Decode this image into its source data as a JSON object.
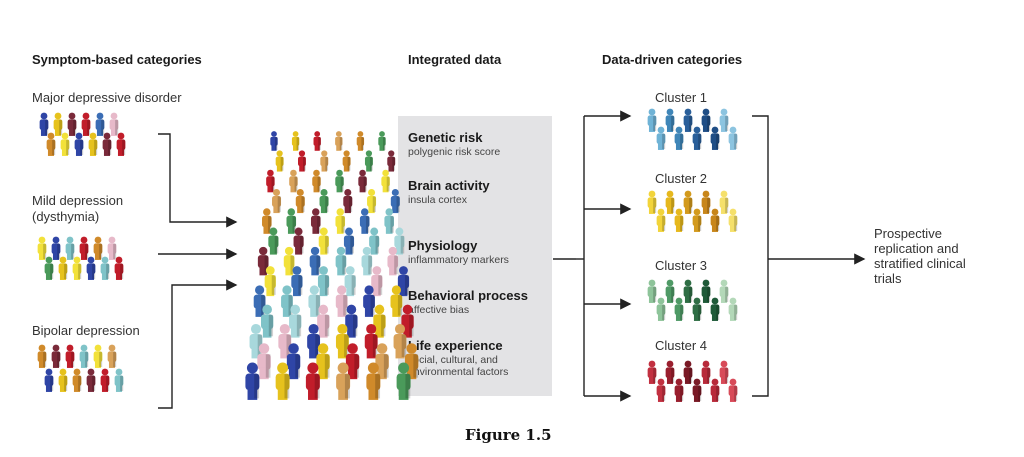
{
  "headers": {
    "symptom": "Symptom-based categories",
    "integrated": "Integrated data",
    "datadriven": "Data-driven categories"
  },
  "symptom_groups": [
    {
      "label": "Major depressive disorder",
      "colors": [
        "#2f45a6",
        "#e6c21d",
        "#7a2a3a",
        "#c11d2a",
        "#3b6db5",
        "#e7b9c9",
        "#d08a2a",
        "#f2e13a"
      ]
    },
    {
      "label": "Mild depression\n(dysthymia)",
      "colors": [
        "#f2e13a",
        "#2f45a6",
        "#7fc3c8",
        "#c11d2a",
        "#d08a2a",
        "#e7b9c9",
        "#4a9a5a",
        "#e6c21d"
      ]
    },
    {
      "label": "Bipolar depression",
      "colors": [
        "#d08a2a",
        "#7a2a3a",
        "#c11d2a",
        "#7fc3c8",
        "#f2e13a",
        "#d9a25a",
        "#2f45a6",
        "#e6c21d"
      ]
    }
  ],
  "integrated_items": [
    {
      "title": "Genetic risk",
      "sub": "polygenic risk score"
    },
    {
      "title": "Brain activity",
      "sub": "insula cortex"
    },
    {
      "title": "Physiology",
      "sub": "inflammatory markers"
    },
    {
      "title": "Behavioral process",
      "sub": "affective bias"
    },
    {
      "title": "Life experience",
      "sub": "social, cultural, and\nenvironmental factors"
    }
  ],
  "clusters": [
    {
      "label": "Cluster 1",
      "colors": [
        "#6fb3d6",
        "#3f86b8",
        "#2a5f9a",
        "#1f4e86",
        "#8cc4e0"
      ]
    },
    {
      "label": "Cluster 2",
      "colors": [
        "#f2d43a",
        "#e6b81d",
        "#d39a1d",
        "#c8861a",
        "#f5e06a"
      ]
    },
    {
      "label": "Cluster 3",
      "colors": [
        "#8ec49a",
        "#4f9a66",
        "#2f6e45",
        "#1e5a38",
        "#b3d8b8"
      ]
    },
    {
      "label": "Cluster 4",
      "colors": [
        "#c23040",
        "#9a1f2e",
        "#7a1a26",
        "#b82a3a",
        "#d84a58"
      ]
    }
  ],
  "outcome": "Prospective\nreplication and\nstratified clinical\ntrials",
  "caption": "Figure 1.5",
  "crowd_colors": [
    "#2f45a6",
    "#f2e13a",
    "#c11d2a",
    "#7fc3c8",
    "#d08a2a",
    "#e7b9c9",
    "#7a2a3a",
    "#e6c21d",
    "#3b6db5",
    "#d9a25a",
    "#a8d8dc",
    "#4a9a5a"
  ]
}
